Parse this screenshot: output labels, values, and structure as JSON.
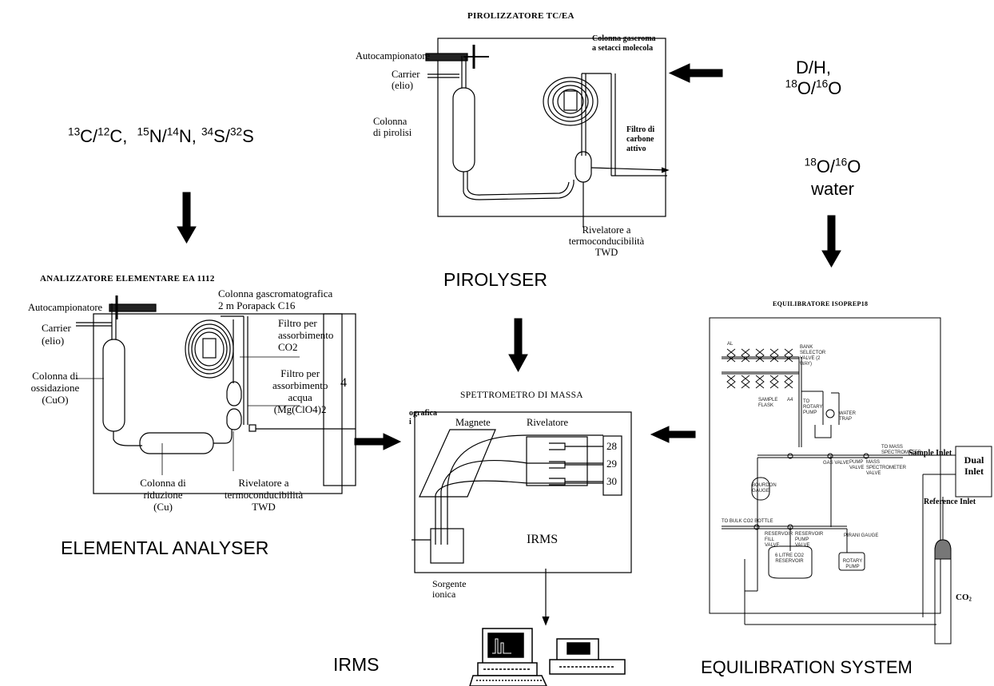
{
  "isotope_labels": {
    "cns": {
      "c13": "13",
      "c_a": "C/",
      "c12": "12",
      "c_b": "C,",
      "n15": "15",
      "n_a": "N/",
      "n14": "14",
      "n_b": "N,",
      "s34": "34",
      "s_a": "S/",
      "s32": "32",
      "s_b": "S"
    },
    "dh": {
      "line1": "D/H,",
      "o18": "18",
      "o_a": "O/",
      "o16": "16",
      "o_b": "O"
    },
    "water": {
      "o18": "18",
      "o_a": "O/",
      "o16": "16",
      "o_b": "O",
      "line2": "water"
    }
  },
  "pyrolyser": {
    "header": "PIROLIZZATORE TC/EA",
    "autosampler": "Autocampionatore",
    "carrier": "Carrier",
    "carrier_gas": "(elio)",
    "column_line1": "Colonna",
    "column_line2": "di pirolisi",
    "gc_column_line1": "Colonna gascroma",
    "gc_column_line2": "a setacci molecola",
    "filter_line1": "Filtro di",
    "filter_line2": "carbone",
    "filter_line3": "attivo",
    "detector_line1": "Rivelatore a",
    "detector_line2": "termoconducibilità",
    "detector_line3": "TWD",
    "caption": "PIROLYSER"
  },
  "elemental": {
    "header": "ANALIZZATORE ELEMENTARE EA 1112",
    "autosampler": "Autocampionatore",
    "carrier": "Carrier",
    "carrier_gas": "(elio)",
    "oxidation_line1": "Colonna di",
    "oxidation_line2": "ossidazione",
    "oxidation_line3": "(CuO)",
    "gc_column_line1": "Colonna gascromatografica",
    "gc_column_line2": "2 m Porapack C16",
    "co2_filter_line1": "Filtro per",
    "co2_filter_line2": "assorbimento",
    "co2_filter_line3": "CO2",
    "water_filter_line1": "Filtro per",
    "water_filter_line2": "assorbimento",
    "water_filter_line3": "acqua",
    "water_filter_line4": "(Mg(ClO4)2",
    "reduction_line1": "Colonna di",
    "reduction_line2": "riduzione",
    "reduction_line3": "(Cu)",
    "detector_line1": "Rivelatore a",
    "detector_line2": "termoconducibilità",
    "detector_line3": "TWD",
    "edge_fragment": "4",
    "caption": "ELEMENTAL ANALYSER"
  },
  "mass_spec": {
    "header": "SPETTROMETRO DI MASSA",
    "cut_label_line1": "ografica",
    "cut_label_line2": "i",
    "magnet": "Magnete",
    "detector": "Rivelatore",
    "masses": [
      "28",
      "29",
      "30"
    ],
    "center_label": "IRMS",
    "source_line1": "Sorgente",
    "source_line2": "ionica",
    "caption": "IRMS"
  },
  "equilibration": {
    "header": "EQUILIBRATORE ISOPREP18",
    "sample_inlet": "Sample Inlet",
    "dual_inlet_line1": "Dual",
    "dual_inlet_line2": "Inlet",
    "reference_inlet": "Reference Inlet",
    "co2_main": "CO",
    "co2_sub": "2",
    "caption": "EQUILIBRATION SYSTEM",
    "schematic_labels": {
      "al": "AL",
      "bank_selector": "BANK SELECTOR VALVE (2 WAY)",
      "sample_flask": "SAMPLE FLASK",
      "a4": "A4",
      "to_rotary_pump": "TO ROTARY PUMP",
      "water_trap": "WATER TRAP",
      "gas_valve": "GAS VALVE",
      "pump_valve": "PUMP VALVE",
      "mass_spec_valve": "MASS SPECTROMETER VALVE",
      "to_mass_spec": "TO MASS SPECTROMETER",
      "bourdon_gauge": "BOURDON GAUGE",
      "to_bulk": "TO BULK CO2 BOTTLE",
      "reservoir_fill": "RESERVOIR FILL VALVE",
      "reservoir_1": "6 LITRE CO2 RESERVOIR",
      "reservoir_pump": "RESERVOIR PUMP VALVE",
      "pirani_gauge": "PIRANI GAUGE",
      "rotary_pump": "ROTARY PUMP"
    }
  }
}
